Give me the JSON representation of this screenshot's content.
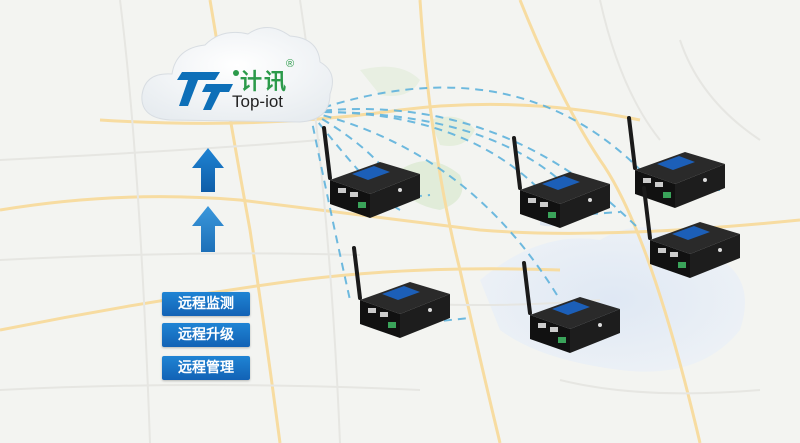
{
  "brand": {
    "name_cn": "计讯",
    "name_en": "Top-iot",
    "registered": "®"
  },
  "features": [
    {
      "label": "远程监测"
    },
    {
      "label": "远程升级"
    },
    {
      "label": "远程管理"
    }
  ],
  "colors": {
    "accent_blue": "#1a73c9",
    "brand_green": "#2b9a4a",
    "link_dash": "#5fb3dd"
  }
}
